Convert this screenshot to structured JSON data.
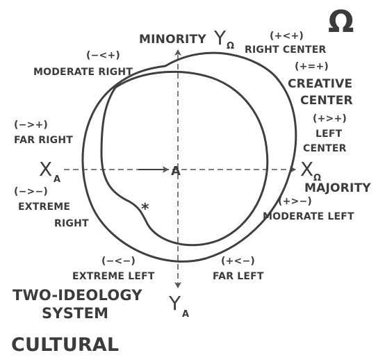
{
  "title": "TWO-IDEOLOGY SYSTEM",
  "subtitle": "CULTURAL",
  "omega_symbol": "Ω",
  "center_point": "A",
  "axes": {
    "x_left": {
      "letter": "X",
      "subscript": "A"
    },
    "x_right": {
      "letter": "X",
      "subscript": "Ω",
      "caption": "MAJORITY"
    },
    "y_top": {
      "caption": "MINORITY",
      "letter": "Y",
      "subscript": "Ω"
    },
    "y_bottom": {
      "letter": "Y",
      "subscript": "A"
    }
  },
  "positions": {
    "moderate_right": {
      "code": "(−<+)",
      "label": "MODERATE RIGHT"
    },
    "right_center": {
      "code": "(+<+)",
      "label": "RIGHT CENTER"
    },
    "creative_center": {
      "code": "(+=+)",
      "label_line1": "CREATIVE",
      "label_line2": "CENTER"
    },
    "left_center": {
      "code": "(+>+)",
      "label_line1": "LEFT",
      "label_line2": "CENTER"
    },
    "far_right": {
      "code": "(−>+)",
      "label": "FAR RIGHT"
    },
    "extreme_right": {
      "code": "(−>−)",
      "label_line1": "EXTREME",
      "label_line2": "RIGHT"
    },
    "moderate_left": {
      "code": "(+>−)",
      "label": "MODERATE LEFT"
    },
    "extreme_left": {
      "code": "(−<−)",
      "label": "EXTREME LEFT"
    },
    "far_left": {
      "code": "(+<−)",
      "label": "FAR LEFT"
    }
  },
  "marker": "*"
}
